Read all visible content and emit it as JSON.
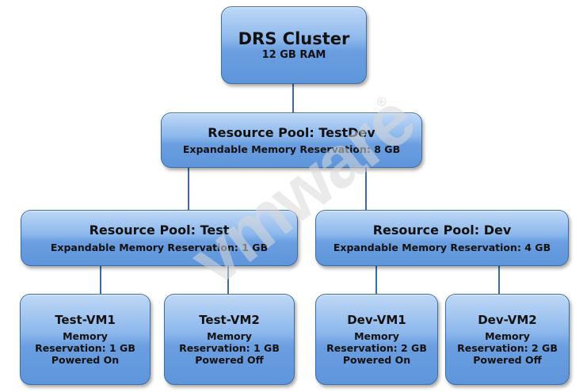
{
  "root": {
    "title": "DRS Cluster",
    "subtitle": "12 GB RAM"
  },
  "pool_testdev": {
    "title": "Resource Pool:  TestDev",
    "subtitle": "Expandable Memory Reservation:  8 GB"
  },
  "pool_test": {
    "title": "Resource Pool:  Test",
    "subtitle": "Expandable Memory Reservation:  1 GB"
  },
  "pool_dev": {
    "title": "Resource Pool:  Dev",
    "subtitle": "Expandable Memory Reservation:  4 GB"
  },
  "vms": [
    {
      "name": "Test-VM1",
      "line1": "Memory",
      "line2": "Reservation:  1 GB",
      "state": "Powered On"
    },
    {
      "name": "Test-VM2",
      "line1": "Memory",
      "line2": "Reservation:  1 GB",
      "state": "Powered Off"
    },
    {
      "name": "Dev-VM1",
      "line1": "Memory",
      "line2": "Reservation:  2 GB",
      "state": "Powered On"
    },
    {
      "name": "Dev-VM2",
      "line1": "Memory",
      "line2": "Reservation:  2 GB",
      "state": "Powered Off"
    }
  ],
  "watermark": {
    "text": "vmware",
    "mark": "®"
  },
  "colors": {
    "node_fill": "#7aaae6",
    "node_border": "#3a6ea5",
    "connector": "#3b6e9e",
    "watermark": "#d9d9d9"
  }
}
